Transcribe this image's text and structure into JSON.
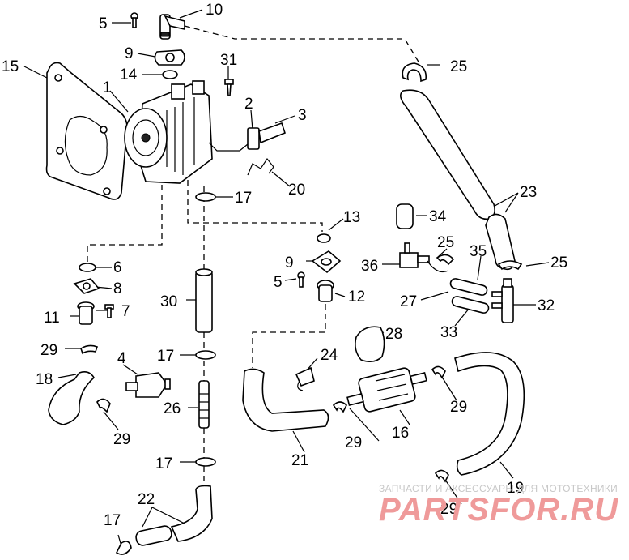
{
  "callouts": [
    {
      "id": "c1",
      "text": "1"
    },
    {
      "id": "c2",
      "text": "2"
    },
    {
      "id": "c3",
      "text": "3"
    },
    {
      "id": "c4",
      "text": "4"
    },
    {
      "id": "c5a",
      "text": "5"
    },
    {
      "id": "c5b",
      "text": "5"
    },
    {
      "id": "c6",
      "text": "6"
    },
    {
      "id": "c7",
      "text": "7"
    },
    {
      "id": "c8",
      "text": "8"
    },
    {
      "id": "c9a",
      "text": "9"
    },
    {
      "id": "c9b",
      "text": "9"
    },
    {
      "id": "c10",
      "text": "10"
    },
    {
      "id": "c11",
      "text": "11"
    },
    {
      "id": "c12",
      "text": "12"
    },
    {
      "id": "c13",
      "text": "13"
    },
    {
      "id": "c14",
      "text": "14"
    },
    {
      "id": "c15",
      "text": "15"
    },
    {
      "id": "c16",
      "text": "16"
    },
    {
      "id": "c17a",
      "text": "17"
    },
    {
      "id": "c17b",
      "text": "17"
    },
    {
      "id": "c17c",
      "text": "17"
    },
    {
      "id": "c17d",
      "text": "17"
    },
    {
      "id": "c18",
      "text": "18"
    },
    {
      "id": "c19",
      "text": "19"
    },
    {
      "id": "c20",
      "text": "20"
    },
    {
      "id": "c21",
      "text": "21"
    },
    {
      "id": "c22",
      "text": "22"
    },
    {
      "id": "c23",
      "text": "23"
    },
    {
      "id": "c24",
      "text": "24"
    },
    {
      "id": "c25a",
      "text": "25"
    },
    {
      "id": "c25b",
      "text": "25"
    },
    {
      "id": "c25c",
      "text": "25"
    },
    {
      "id": "c26",
      "text": "26"
    },
    {
      "id": "c27",
      "text": "27"
    },
    {
      "id": "c28",
      "text": "28"
    },
    {
      "id": "c29a",
      "text": "29"
    },
    {
      "id": "c29b",
      "text": "29"
    },
    {
      "id": "c29c",
      "text": "29"
    },
    {
      "id": "c29d",
      "text": "29"
    },
    {
      "id": "c29e",
      "text": "29"
    },
    {
      "id": "c30",
      "text": "30"
    },
    {
      "id": "c31",
      "text": "31"
    },
    {
      "id": "c32",
      "text": "32"
    },
    {
      "id": "c33",
      "text": "33"
    },
    {
      "id": "c34",
      "text": "34"
    },
    {
      "id": "c35",
      "text": "35"
    },
    {
      "id": "c36",
      "text": "36"
    }
  ],
  "watermark": {
    "caption": "ЗАПЧАСТИ И АКСЕССУАРЫ ДЛЯ МОТОТЕХНИКИ",
    "logo": "PARTSFOR.RU"
  }
}
